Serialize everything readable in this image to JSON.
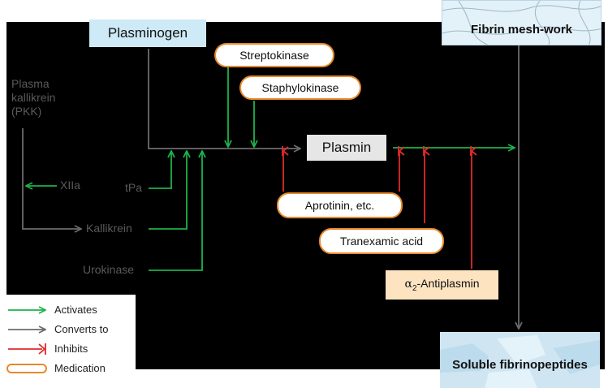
{
  "colors": {
    "background": "#000000",
    "activates": "#1db34a",
    "converts": "#6b6b6b",
    "inhibits": "#e02a2a",
    "medication_border": "#e8892c",
    "plasminogen_fill": "#cdeaf6",
    "plasmin_fill": "#e6e6e6",
    "antiplasmin_fill": "#fde3c0",
    "fibrin_fill": "#e3f1f9"
  },
  "nodes": {
    "plasminogen": "Plasminogen",
    "plasmin": "Plasmin",
    "fibrin": "Fibrin mesh-work",
    "soluble": "Soluble fibrinopeptides",
    "pkk": [
      "Plasma",
      "kallikrein",
      "(PKK)"
    ],
    "xiia": "XIIa",
    "kallikrein": "Kallikrein",
    "tpa": "tPa",
    "urokinase": "Urokinase",
    "antiplasmin_alpha": "α",
    "antiplasmin_sub": "2",
    "antiplasmin_rest": "-Antiplasmin"
  },
  "medications": {
    "streptokinase": "Streptokinase",
    "staphylokinase": "Staphylokinase",
    "aprotinin": "Aprotinin, etc.",
    "tranexamic": "Tranexamic acid"
  },
  "legend": {
    "activates": "Activates",
    "converts": "Converts to",
    "inhibits": "Inhibits",
    "medication": "Medication"
  }
}
